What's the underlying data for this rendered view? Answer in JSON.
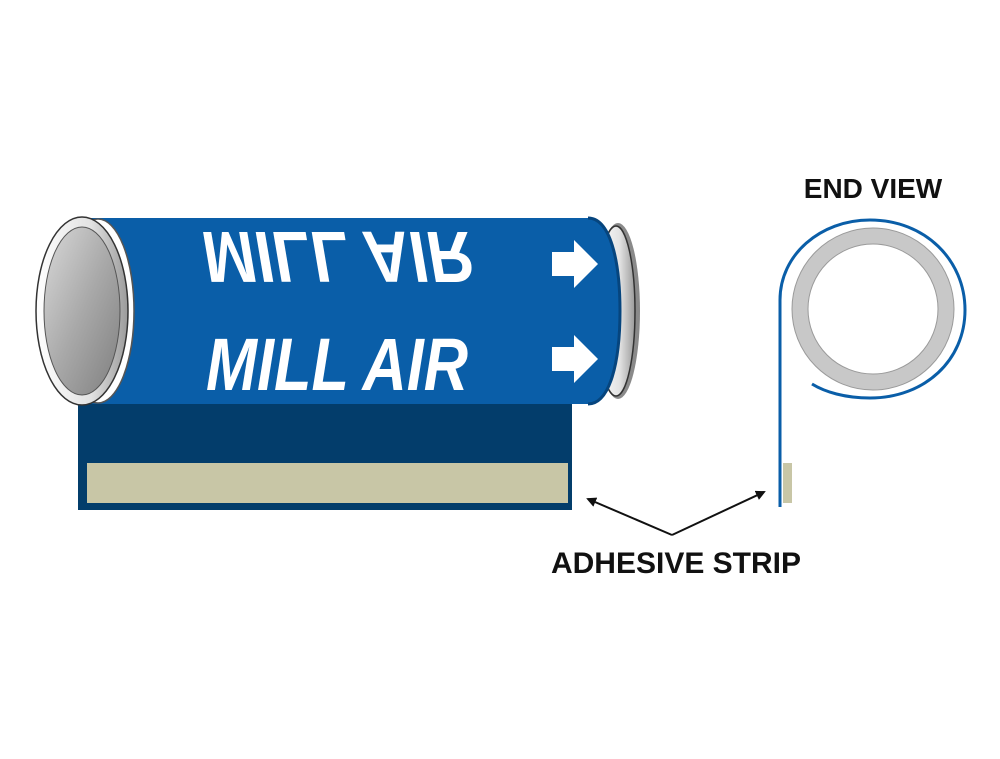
{
  "marker": {
    "legend_top": "MILL AIR",
    "legend_bottom": "MILL AIR",
    "arrow_count": 2
  },
  "labels": {
    "end_view": "END VIEW",
    "adhesive_strip": "ADHESIVE STRIP"
  },
  "colors": {
    "marker_blue": "#0a5ea8",
    "backing_dark_blue": "#033d6b",
    "adhesive": "#c8c6a6",
    "pipe_gray": "#c8c8c8",
    "pipe_rim": "#eeeeee",
    "text_white": "#ffffff",
    "text_black": "#111111"
  },
  "icons": [
    "arrow-right-icon",
    "pointer-arrow-icon"
  ]
}
